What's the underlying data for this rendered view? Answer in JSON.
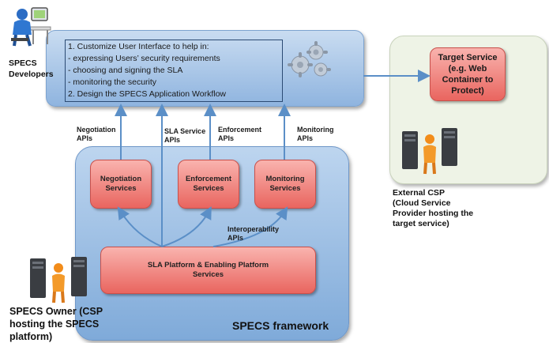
{
  "developers": {
    "label_line1": "SPECS",
    "label_line2": "Developers",
    "lines": [
      "1. Customize User Interface to help in:",
      "-  expressing Users’ security requirements",
      "-  choosing and signing the SLA",
      "-  monitoring the security",
      "2. Design the SPECS Application Workflow"
    ]
  },
  "apis": {
    "negotiation": [
      "Negotiation",
      "APIs"
    ],
    "sla_service": [
      "SLA Service",
      "APIs"
    ],
    "enforcement": [
      "Enforcement",
      "APIs"
    ],
    "monitoring": [
      "Monitoring",
      "APIs"
    ],
    "interoperability": [
      "Interoperability",
      "APIs"
    ]
  },
  "services": {
    "negotiation": [
      "Negotiation",
      "Services"
    ],
    "enforcement": [
      "Enforcement",
      "Services"
    ],
    "monitoring": [
      "Monitoring",
      "Services"
    ],
    "platform": [
      "SLA Platform & Enabling Platform",
      "Services"
    ]
  },
  "framework_label": "SPECS framework",
  "owner": {
    "lines": [
      "SPECS Owner (CSP",
      "hosting the SPECS",
      "platform)"
    ]
  },
  "target": {
    "lines": [
      "Target Service",
      "(e.g. Web",
      "Container to",
      "Protect)"
    ]
  },
  "external": {
    "lines": [
      "External CSP",
      "(Cloud Service",
      "Provider hosting the",
      "target service)"
    ]
  },
  "colors": {
    "blue_box": "#9dbde3",
    "red_box": "#ee7a74",
    "arrow": "#5b8fc7",
    "external_bg": "#eef3e6"
  }
}
